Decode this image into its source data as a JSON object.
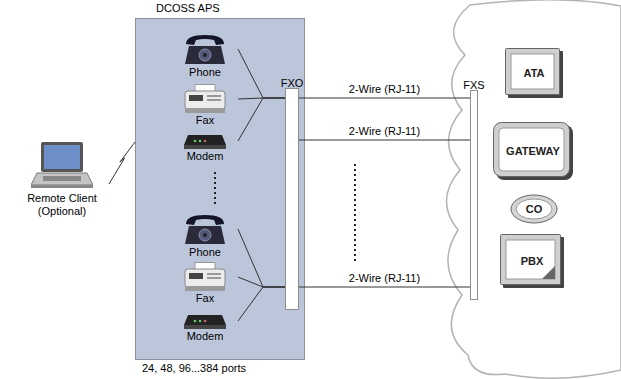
{
  "diagram": {
    "nodes": [
      {
        "text": [
          "Remote Client (Optional)"
        ]
      },
      {
        "text": [
          "DCOSS APS"
        ]
      },
      {
        "text": [
          "Phone"
        ],
        "in": 1
      },
      {
        "text": [
          "Fax"
        ],
        "in": 1
      },
      {
        "text": [
          "Modem"
        ],
        "in": 1
      },
      {
        "text": [
          "Phone"
        ],
        "in": 1
      },
      {
        "text": [
          "Fax"
        ],
        "in": 1
      },
      {
        "text": [
          "Modem"
        ],
        "in": 1
      },
      {
        "text": [
          "FXO"
        ],
        "in": 1
      },
      {
        "text": [
          "FXS"
        ]
      },
      {
        "text": [
          "ATA"
        ]
      },
      {
        "text": [
          "GATEWAY"
        ]
      },
      {
        "text": [
          "CO"
        ]
      },
      {
        "text": [
          "PBX"
        ]
      }
    ],
    "edges": [
      {
        "from": 0,
        "to": 1,
        "arrow": "none"
      },
      {
        "from": 2,
        "to": 8,
        "arrow": "none"
      },
      {
        "from": 3,
        "to": 8,
        "arrow": "none"
      },
      {
        "from": 4,
        "to": 8,
        "arrow": "none"
      },
      {
        "from": 5,
        "to": 8,
        "arrow": "none"
      },
      {
        "from": 6,
        "to": 8,
        "arrow": "none"
      },
      {
        "from": 7,
        "to": 8,
        "arrow": "none"
      },
      {
        "from": 8,
        "to": 9,
        "label": "2-Wire (RJ-11)",
        "arrow": "none"
      },
      {
        "from": 8,
        "to": 9,
        "label": "2-Wire (RJ-11)",
        "arrow": "none"
      },
      {
        "from": 8,
        "to": 9,
        "label": "2-Wire (RJ-11)",
        "arrow": "none"
      }
    ],
    "labels": [
      "24, 48, 96...384 ports"
    ]
  }
}
